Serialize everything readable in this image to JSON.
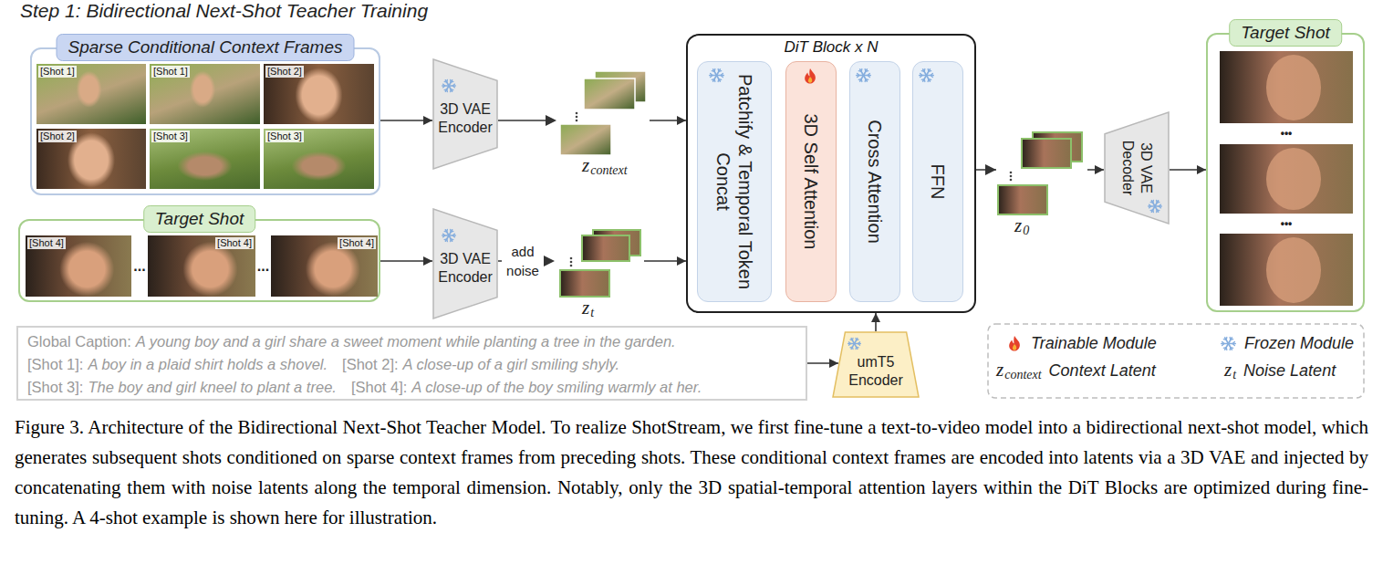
{
  "diagram": {
    "title": "Step 1: Bidirectional Next-Shot Teacher Training",
    "caption": "Figure 3. Architecture of the Bidirectional Next-Shot Teacher Model. To realize ShotStream, we first fine-tune a text-to-video model into a bidirectional next-shot model, which generates subsequent shots conditioned on sparse context frames from preceding shots. These conditional context frames are encoded into latents via a 3D VAE and injected by concatenating them with noise latents along the temporal dimension. Notably, only the 3D spatial-temporal attention layers within the DiT Blocks are optimized during fine-tuning. A 4-shot example is shown here for illustration.",
    "nodes": [
      {
        "text": [
          "Sparse Conditional Context Frames"
        ]
      },
      {
        "text": [
          "[Shot 1]"
        ],
        "in": 0
      },
      {
        "text": [
          "[Shot 1]"
        ],
        "in": 0
      },
      {
        "text": [
          "[Shot 2]"
        ],
        "in": 0
      },
      {
        "text": [
          "[Shot 2]"
        ],
        "in": 0
      },
      {
        "text": [
          "[Shot 3]"
        ],
        "in": 0
      },
      {
        "text": [
          "[Shot 3]"
        ],
        "in": 0
      },
      {
        "text": [
          "Target Shot"
        ]
      },
      {
        "text": [
          "[Shot 4]"
        ],
        "in": 7
      },
      {
        "text": [
          "[Shot 4]"
        ],
        "in": 7
      },
      {
        "text": [
          "[Shot 4]"
        ],
        "in": 7
      },
      {
        "text": [
          "3D VAE Encoder"
        ]
      },
      {
        "text": [
          "3D VAE Encoder"
        ]
      },
      {
        "text": [
          "DiT Block x N"
        ]
      },
      {
        "text": [
          "Patchify & Temporal Token Concat"
        ],
        "in": 13
      },
      {
        "text": [
          "3D Self Attention"
        ],
        "in": 13
      },
      {
        "text": [
          "Cross Attention"
        ],
        "in": 13
      },
      {
        "text": [
          "FFN"
        ],
        "in": 13
      },
      {
        "text": [
          "umT5 Encoder"
        ]
      },
      {
        "text": [
          "Global Caption:",
          "A young boy and a girl share a sweet moment while planting a tree in the garden.",
          "[Shot 1]:",
          "A boy in a plaid shirt holds a shovel.",
          "[Shot 2]:",
          "A close-up of a girl smiling shyly.",
          "[Shot 3]:",
          "The boy and girl kneel to plant a tree.",
          "[Shot 4]:",
          "A close-up of the boy smiling warmly at her."
        ]
      },
      {
        "text": [
          "3D VAE Decoder"
        ]
      },
      {
        "text": [
          "Target Shot"
        ]
      }
    ],
    "edges": [
      {
        "from": 0,
        "to": 11,
        "arrow": "to"
      },
      {
        "from": 11,
        "to": 13,
        "arrow": "to"
      },
      {
        "from": 7,
        "to": 12,
        "arrow": "to"
      },
      {
        "from": 12,
        "to": 13,
        "label": "add noise",
        "arrow": "to"
      },
      {
        "from": 13,
        "to": 20,
        "arrow": "to"
      },
      {
        "from": 20,
        "to": 21,
        "arrow": "to"
      },
      {
        "from": 19,
        "to": 18,
        "arrow": "to"
      },
      {
        "from": 18,
        "to": 13,
        "arrow": "to"
      }
    ],
    "labels": [
      "...",
      "...",
      "z",
      "context",
      "z",
      "t",
      "z",
      "0",
      "•••",
      "•••",
      "z",
      "context",
      "z",
      "t"
    ],
    "legend": [
      {
        "text": "Trainable Module"
      },
      {
        "text": "Frozen Module"
      },
      {
        "text": "Context Latent"
      },
      {
        "text": "Noise Latent"
      }
    ]
  }
}
